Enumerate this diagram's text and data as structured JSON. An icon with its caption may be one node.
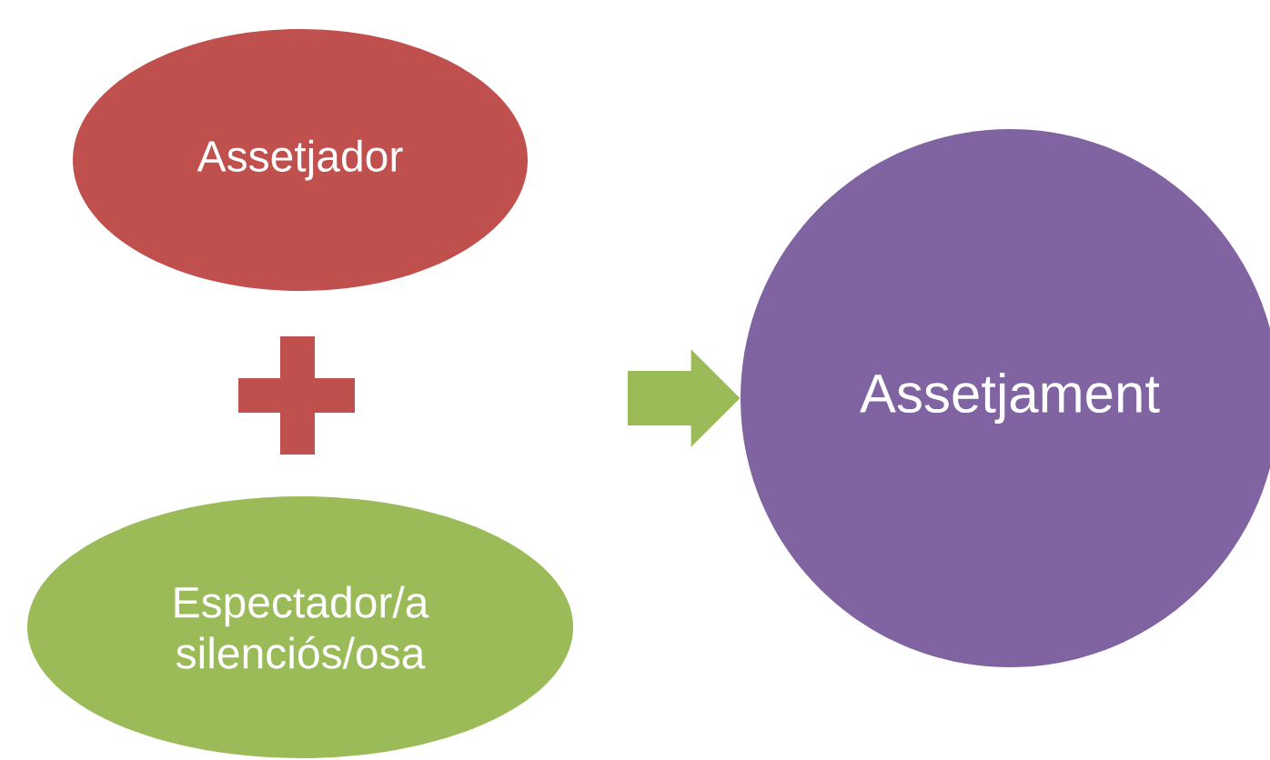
{
  "diagram": {
    "nodes": [
      {
        "text": [
          "Assetjador"
        ]
      },
      {
        "text": [
          "Espectador/a silenciós/osa"
        ]
      },
      {
        "text": [
          "Assetjament"
        ]
      }
    ],
    "edges": [
      {
        "from": null,
        "to": 2,
        "arrow": "to"
      }
    ]
  }
}
